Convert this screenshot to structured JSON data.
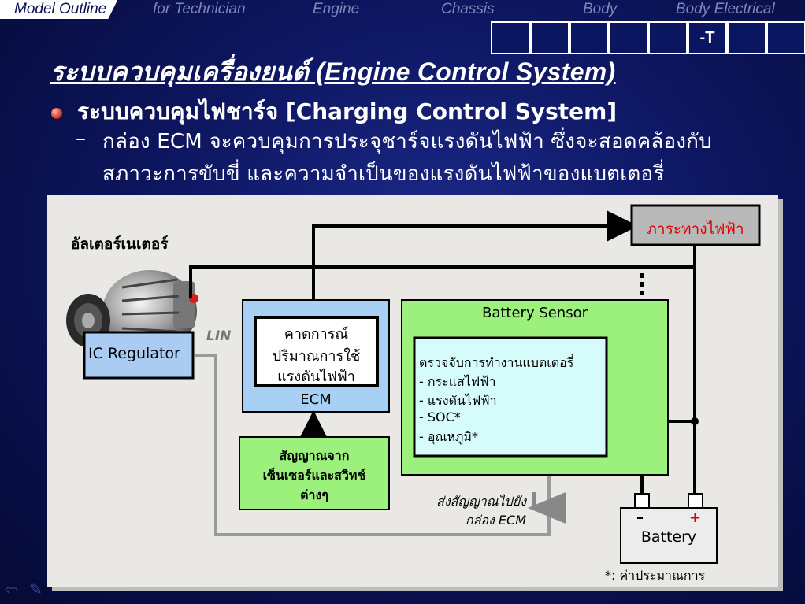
{
  "nav": {
    "tabs": [
      {
        "label": "Model Outline",
        "active": true
      },
      {
        "label": "for Technician",
        "active": false
      },
      {
        "label": "Engine",
        "active": false
      },
      {
        "label": "Chassis",
        "active": false
      },
      {
        "label": "Body",
        "active": false
      },
      {
        "label": "Body Electrical",
        "active": false
      }
    ]
  },
  "boxes": [
    "",
    "",
    "",
    "",
    "",
    "-T",
    "",
    ""
  ],
  "slide": {
    "title": "ระบบควบคุมเครื่องยนต์ (Engine Control System)",
    "bullet": "ระบบควบคุมไฟชาร์จ [Charging Control System]",
    "dash": "–",
    "sub_line1": "กล่อง ECM จะควบคุมการประจุชาร์จแรงดันไฟฟ้า ซึ่งจะสอดคล้องกับ",
    "sub_line2": "สภาวะการขับขี่ และความจำเป็นของแรงดันไฟฟ้าของแบตเตอรี่"
  },
  "diagram": {
    "alternator_label": "อัลเตอร์เนเตอร์",
    "ic_regulator": "IC Regulator",
    "lin_label": "LIN",
    "ecm_inner_line1": "คาดการณ์",
    "ecm_inner_line2": "ปริมาณการใช้",
    "ecm_inner_line3": "แรงดันไฟฟ้า",
    "ecm_label": "ECM",
    "signals_line1": "สัญญาณจาก",
    "signals_line2": "เซ็นเซอร์และสวิทช์",
    "signals_line3": "ต่างๆ",
    "battery_sensor": "Battery Sensor",
    "sensor_detect_title": "ตรวจจับการทำงานแบตเตอรี่",
    "sensor_items": [
      "- กระแสไฟฟ้า",
      "- แรงดันไฟฟ้า",
      "- SOC*",
      "- อุณหภูมิ*"
    ],
    "send_line1": "ส่งสัญญาณไปยัง",
    "send_line2": "กล่อง ECM",
    "electrical_load": "ภาระทางไฟฟ้า",
    "battery_minus": "–",
    "battery_plus": "+",
    "battery": "Battery",
    "footnote": "*: ค่าประมาณการ"
  },
  "colors": {
    "accent_red": "#e00000",
    "ecm_blue": "#a8d0f5",
    "sensor_green": "#9cf07c",
    "sensor_inner": "#d6fbfb",
    "ic_blue": "#aaccf2",
    "load_gray": "#b9b9b9"
  },
  "icons": [
    "alternator-image",
    "back-arrow-icon",
    "pen-icon"
  ]
}
